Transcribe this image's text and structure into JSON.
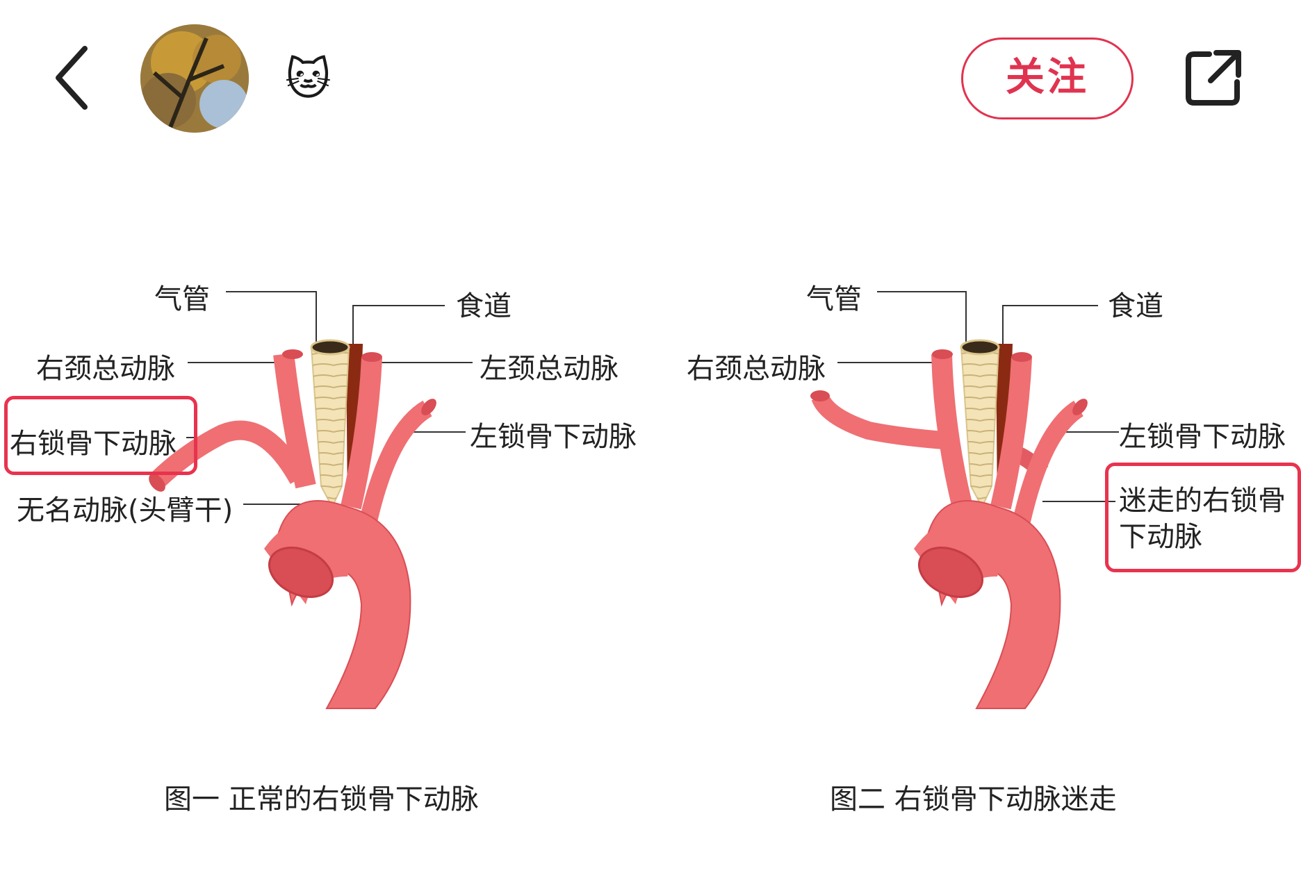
{
  "topbar": {
    "emoji": "🐱",
    "follow_label": "关注",
    "icons": {
      "back": "back-chevron-icon",
      "share": "share-external-icon"
    }
  },
  "figure_left": {
    "trachea": "气管",
    "esophagus": "食道",
    "right_common_carotid": "右颈总动脉",
    "left_common_carotid": "左颈总动脉",
    "right_subclavian": "右锁骨下动脉",
    "left_subclavian": "左锁骨下动脉",
    "innominate": "无名动脉(头臂干)",
    "caption": "图一 正常的右锁骨下动脉"
  },
  "figure_right": {
    "trachea": "气管",
    "esophagus": "食道",
    "right_common_carotid": "右颈总动脉",
    "left_subclavian": "左锁骨下动脉",
    "aberrant_line1": "迷走的右锁骨",
    "aberrant_line2": "下动脉",
    "caption": "图二 右锁骨下动脉迷走"
  },
  "colors": {
    "artery": "#ef6f73",
    "artery_dark": "#d94d54",
    "trachea": "#f3e3b6",
    "esophagus": "#8b2a12",
    "highlight": "#e8334e"
  }
}
